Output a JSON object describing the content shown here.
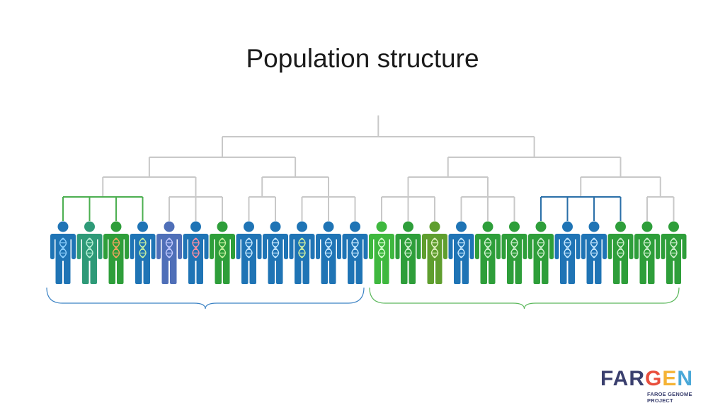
{
  "slide": {
    "title": "Population structure"
  },
  "colors": {
    "tree_line": "#c8c8c8",
    "cluster_green": "#4caf50",
    "cluster_blue": "#2a6fa8",
    "brace_left": "#3b82c4",
    "brace_right": "#5cb85c",
    "person_blue": "#1f74b5",
    "person_teal": "#2e9a78",
    "person_green": "#2e9e3a",
    "person_slate": "#4f6fb8",
    "person_lime": "#3fb83f",
    "person_olive": "#5f9e2e"
  },
  "people": [
    {
      "color": "person_blue",
      "dna": "#8fd1ff"
    },
    {
      "color": "person_teal",
      "dna": "#b8f0d8"
    },
    {
      "color": "person_green",
      "dna": "#f4a460"
    },
    {
      "color": "person_blue",
      "dna": "#c6f0a0"
    },
    {
      "color": "person_slate",
      "dna": "#c0c8ff"
    },
    {
      "color": "person_blue",
      "dna": "#ff8fa0"
    },
    {
      "color": "person_green",
      "dna": "#c6f0a0"
    },
    {
      "color": "person_blue",
      "dna": "#c6e8ff"
    },
    {
      "color": "person_blue",
      "dna": "#c6e8ff"
    },
    {
      "color": "person_blue",
      "dna": "#d0f0a0"
    },
    {
      "color": "person_blue",
      "dna": "#c6e8ff"
    },
    {
      "color": "person_blue",
      "dna": "#c6e8ff"
    },
    {
      "color": "person_lime",
      "dna": "#d8ffd0"
    },
    {
      "color": "person_green",
      "dna": "#d0f0d0"
    },
    {
      "color": "person_olive",
      "dna": "#e0f0c0"
    },
    {
      "color": "person_blue",
      "dna": "#c6e8ff"
    },
    {
      "color": "person_green",
      "dna": "#d0f0d0"
    },
    {
      "color": "person_green",
      "dna": "#d0f0d0"
    },
    {
      "color": "person_green",
      "dna": "#d0f0d0"
    },
    {
      "color": "person_blue",
      "dna": "#c6e8ff"
    },
    {
      "color": "person_blue",
      "dna": "#c6e8ff"
    },
    {
      "color": "person_green",
      "dna": "#d0f0d0"
    },
    {
      "color": "person_green",
      "dna": "#d0f0d0"
    },
    {
      "color": "person_green",
      "dna": "#d0f0d0"
    }
  ],
  "logo": {
    "letters": [
      {
        "char": "F",
        "color": "#3a3f6e"
      },
      {
        "char": "A",
        "color": "#3a3f6e"
      },
      {
        "char": "R",
        "color": "#3a3f6e"
      },
      {
        "char": "G",
        "color": "#e94f3d"
      },
      {
        "char": "E",
        "color": "#f5b335"
      },
      {
        "char": "N",
        "color": "#4aa8d8"
      }
    ],
    "tagline": "FAROE GENOME PROJECT"
  }
}
